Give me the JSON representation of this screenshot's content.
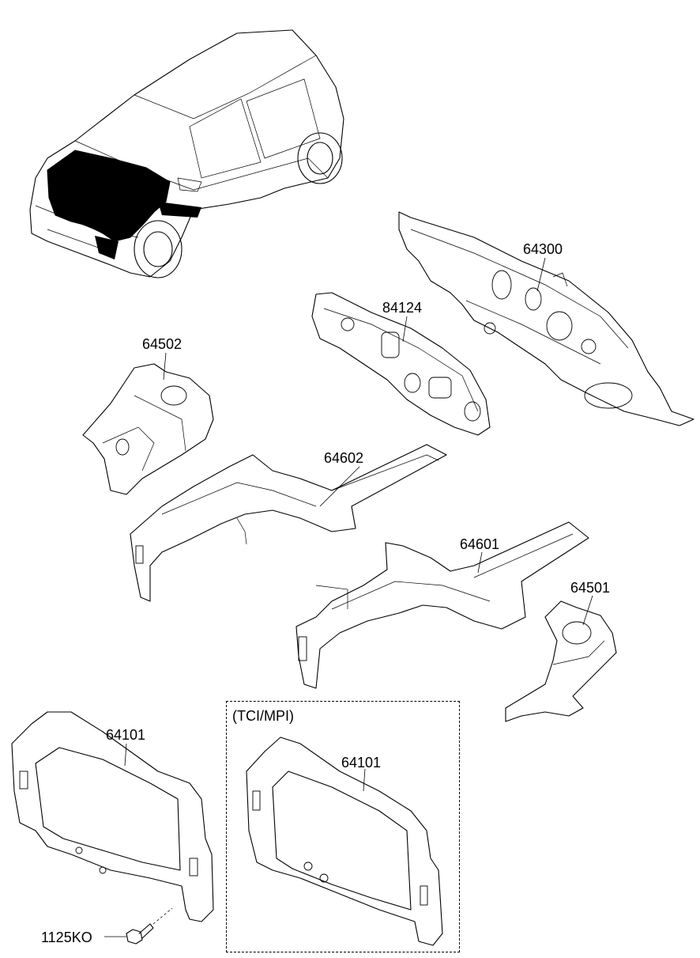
{
  "labels": {
    "p64300": "64300",
    "p84124": "84124",
    "p64502": "64502",
    "p64602": "64602",
    "p64601": "64601",
    "p64501": "64501",
    "p64101_left": "64101",
    "p64101_right": "64101",
    "p1125KO": "1125KO"
  },
  "variant_box": {
    "title": "(TCI/MPI)"
  }
}
